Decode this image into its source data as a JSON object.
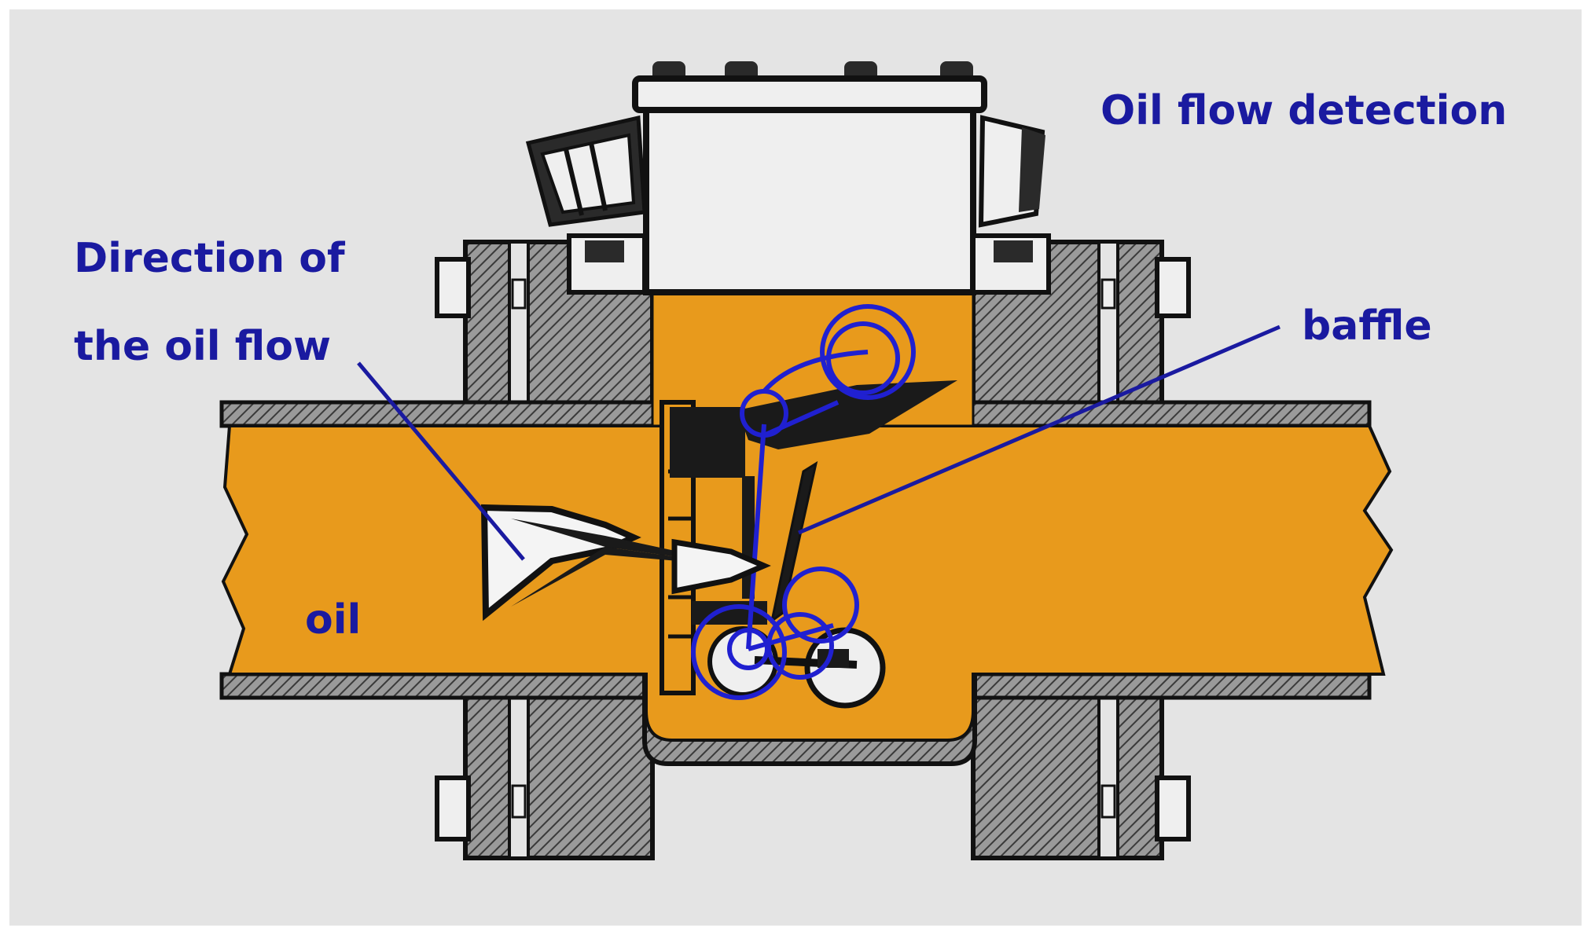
{
  "labels": {
    "title": "Oil flow detection",
    "direction_line1": "Direction of",
    "direction_line2": "the oil flow",
    "baffle": "baffle",
    "oil": "oil"
  },
  "colors": {
    "background": "#e4e4e4",
    "oil": "#e89a1c",
    "label_blue": "#1a1aa0",
    "wall_gray": "#8c8c8c",
    "outline": "#111111",
    "housing_white": "#efefef",
    "arrow_white": "#f4f4f4",
    "circle_blue": "#2020d0"
  }
}
